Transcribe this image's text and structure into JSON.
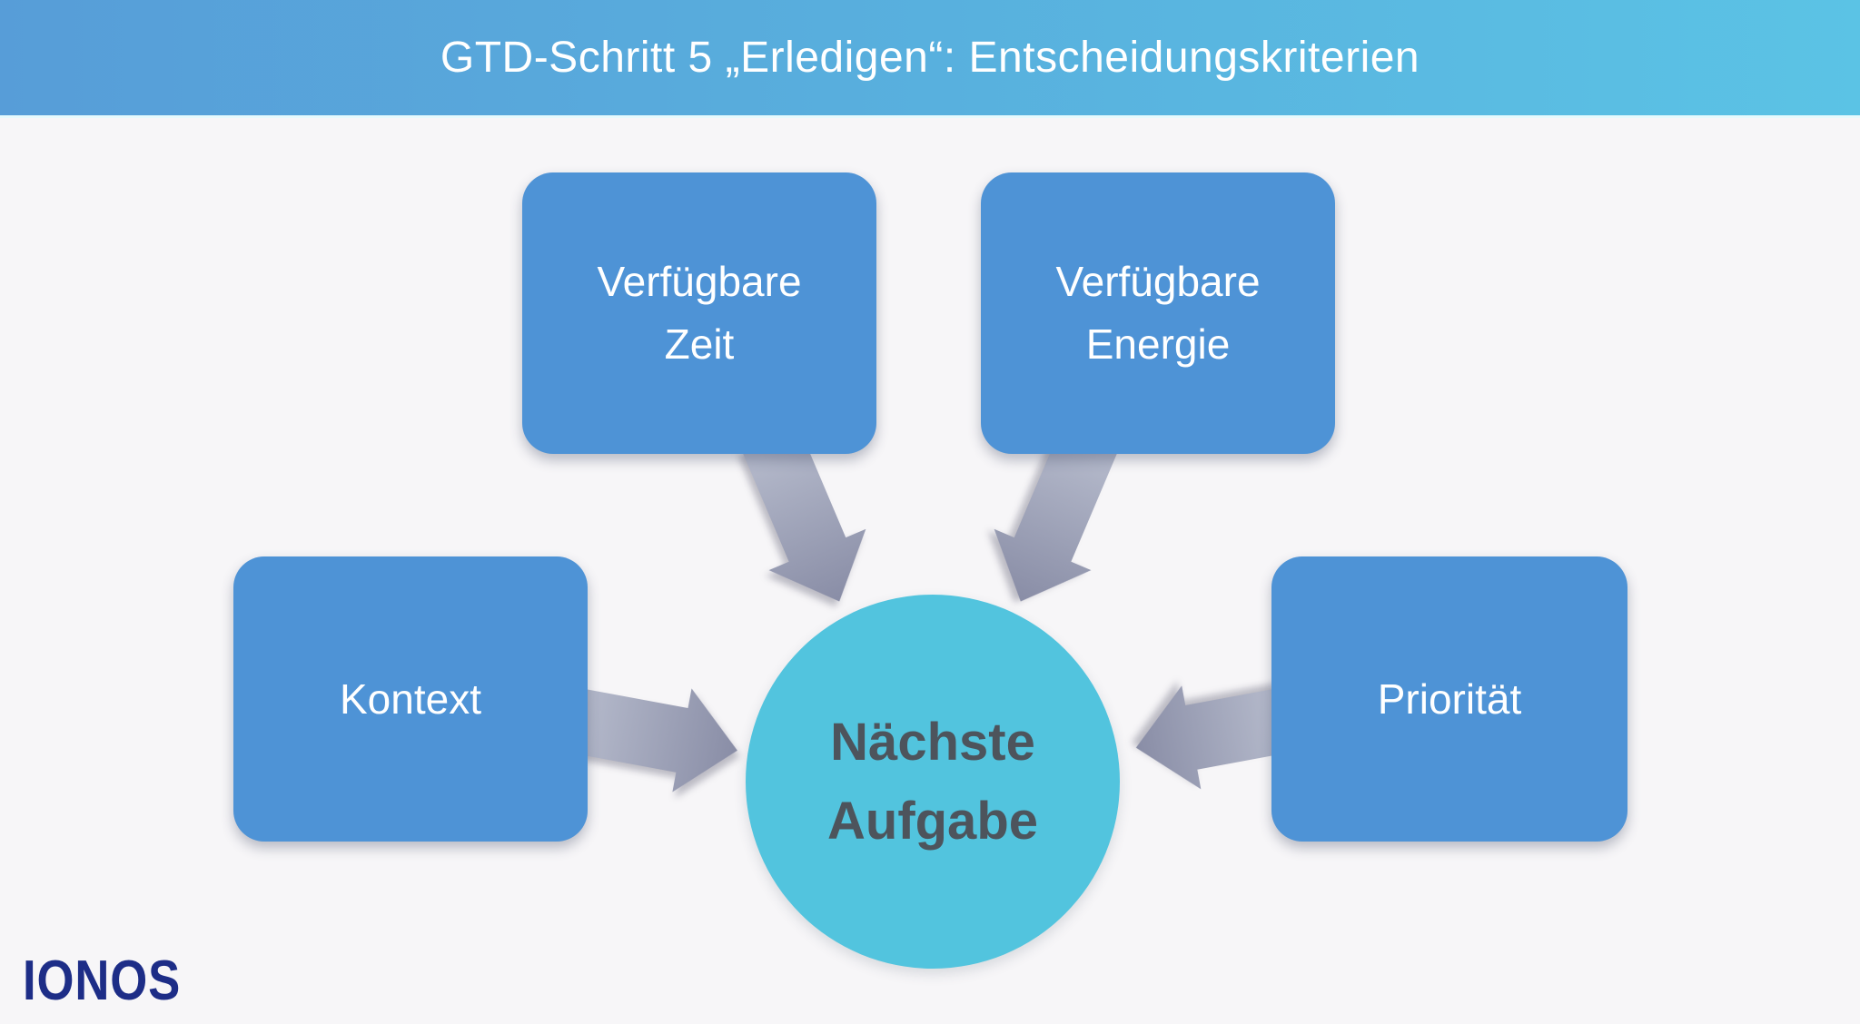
{
  "header": {
    "title": "GTD-Schritt 5 „Erledigen“: Entscheidungskriterien",
    "background_gradient_left": "#579dd8",
    "background_gradient_right": "#5bc3e5",
    "text_color": "#ffffff"
  },
  "diagram": {
    "type": "radial-criteria-diagram",
    "box_color": "#4e93d6",
    "box_text_color": "#ffffff",
    "arrow_gradient_start": "#b7bccd",
    "arrow_gradient_end": "#898da6",
    "boxes": [
      {
        "id": "verfuegbare-zeit",
        "label": "Verfügbare Zeit"
      },
      {
        "id": "verfuegbare-energie",
        "label": "Verfügbare Energie"
      },
      {
        "id": "kontext",
        "label": "Kontext"
      },
      {
        "id": "prioritaet",
        "label": "Priorität"
      }
    ],
    "center_circle": {
      "label": "Nächste Aufgabe",
      "color": "#52c4de",
      "text_color": "#4d545c"
    }
  },
  "footer": {
    "logo": "IONOS",
    "logo_color": "#1d2d87"
  },
  "background_color": "#f7f6f8"
}
